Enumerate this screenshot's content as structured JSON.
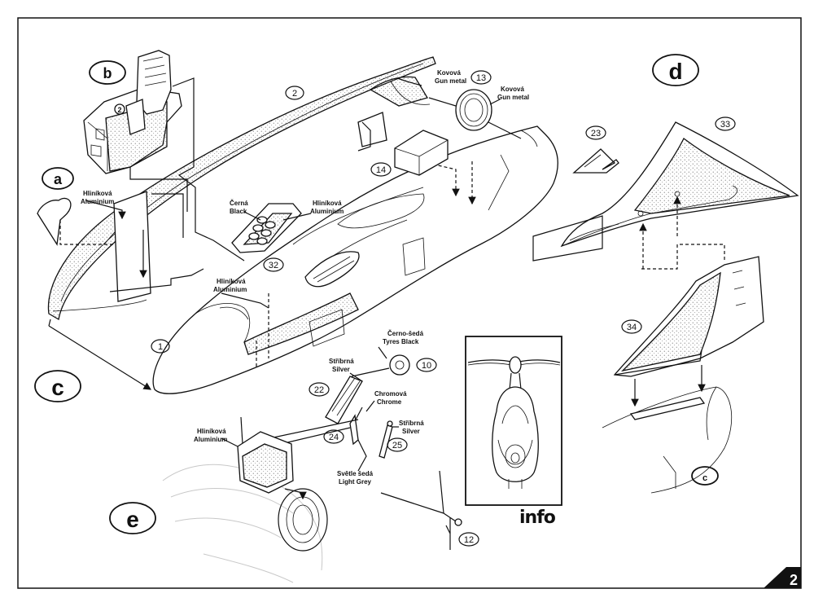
{
  "page_number": "2",
  "info_label": "info",
  "section_letters": {
    "a": "a",
    "b": "b",
    "c": "c",
    "c_small": "c",
    "d": "d",
    "e": "e"
  },
  "part_numbers": {
    "p1": "1",
    "p2": "2",
    "p2_seat": "2",
    "p10": "10",
    "p12": "12",
    "p13": "13",
    "p14": "14",
    "p22": "22",
    "p23": "23",
    "p24": "24",
    "p25": "25",
    "p32": "32",
    "p33": "33",
    "p34": "34"
  },
  "color_callouts": {
    "gun_metal_a": [
      "Kovová",
      "Gun metal"
    ],
    "gun_metal_b": [
      "Kovová",
      "Gun metal"
    ],
    "aluminium_a": [
      "Hliníková",
      "Aluminium"
    ],
    "black_32": [
      "Černá",
      "Black"
    ],
    "aluminium_32": [
      "Hliníková",
      "Aluminium"
    ],
    "aluminium_nose": [
      "Hliníková",
      "Aluminium"
    ],
    "tyres_black": [
      "Černo-šedá",
      "Tyres Black"
    ],
    "silver_22": [
      "Stříbrná",
      "Silver"
    ],
    "chrome_24": [
      "Chromová",
      "Chrome"
    ],
    "silver_25": [
      "Stříbrná",
      "Silver"
    ],
    "aluminium_e": [
      "Hliníková",
      "Aluminium"
    ],
    "light_grey": [
      "Světle šedá",
      "Light Grey"
    ]
  }
}
